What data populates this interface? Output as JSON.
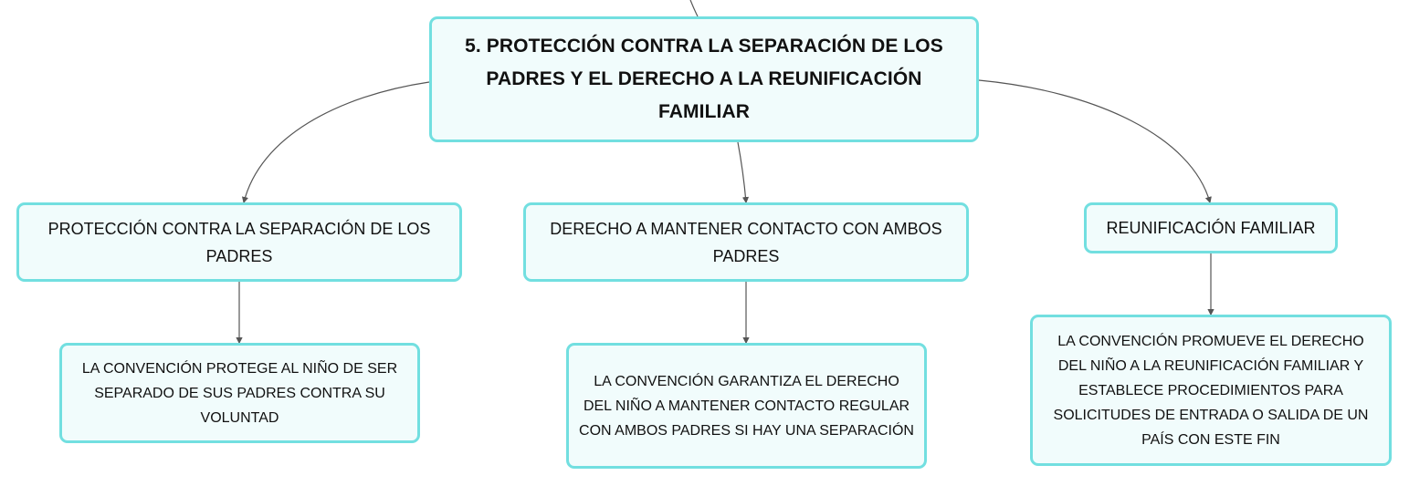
{
  "root": {
    "title": "5. PROTECCIÓN CONTRA LA SEPARACIÓN DE LOS PADRES Y EL DERECHO A LA REUNIFICACIÓN FAMILIAR"
  },
  "branches": [
    {
      "label": "PROTECCIÓN CONTRA LA SEPARACIÓN DE LOS PADRES",
      "detail": "LA CONVENCIÓN PROTEGE AL NIÑO DE SER SEPARADO DE SUS PADRES CONTRA SU VOLUNTAD"
    },
    {
      "label": "DERECHO A MANTENER CONTACTO CON AMBOS PADRES",
      "detail": "LA CONVENCIÓN GARANTIZA EL DERECHO DEL NIÑO A MANTENER CONTACTO REGULAR CON AMBOS PADRES SI HAY UNA SEPARACIÓN"
    },
    {
      "label": "REUNIFICACIÓN FAMILIAR",
      "detail": "LA CONVENCIÓN PROMUEVE EL DERECHO DEL NIÑO A LA REUNIFICACIÓN FAMILIAR Y ESTABLECE PROCEDIMIENTOS PARA SOLICITUDES DE ENTRADA O SALIDA DE UN PAÍS CON ESTE FIN"
    }
  ],
  "colors": {
    "node_border": "#72dfe0",
    "node_fill": "#f1fcfc",
    "connector": "#555555"
  }
}
